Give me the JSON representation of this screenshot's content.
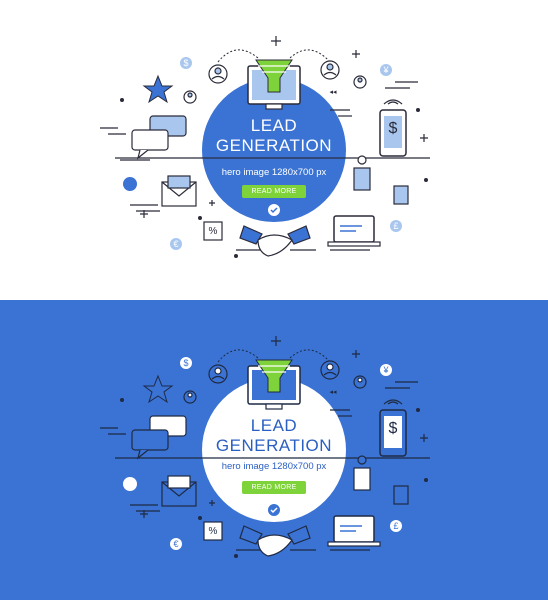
{
  "variants": [
    {
      "id": "light",
      "colors": {
        "background": "#ffffff",
        "circle": "#3a73d4",
        "text": "#ffffff",
        "outline": "#2b2b3a",
        "accent": "#7fd33a",
        "fill": "#a9c7ee"
      }
    },
    {
      "id": "dark",
      "colors": {
        "background": "#3a73d4",
        "circle": "#ffffff",
        "text": "#2a5fc2",
        "outline": "#1f2a44",
        "accent": "#7fd33a",
        "fill": "#ffffff"
      }
    }
  ],
  "hero": {
    "title_line1": "LEAD",
    "title_line2": "GENERATION",
    "subtitle": "hero image 1280x700 px",
    "cta_label": "READ MORE"
  },
  "glyphs": {
    "dollar": "$",
    "yen": "¥",
    "euro": "€",
    "pound": "£",
    "percent": "%",
    "rewind": "◂◂"
  },
  "icons": [
    "funnel-icon",
    "monitor-icon",
    "user-icon",
    "star-icon",
    "chat-bubbles-icon",
    "envelope-icon",
    "smartphone-icon",
    "price-tag-icon",
    "laptop-icon",
    "handshake-icon",
    "wifi-signal-icon",
    "checkmark-badge-icon",
    "document-icon",
    "percent-icon",
    "currency-coin-icon"
  ]
}
